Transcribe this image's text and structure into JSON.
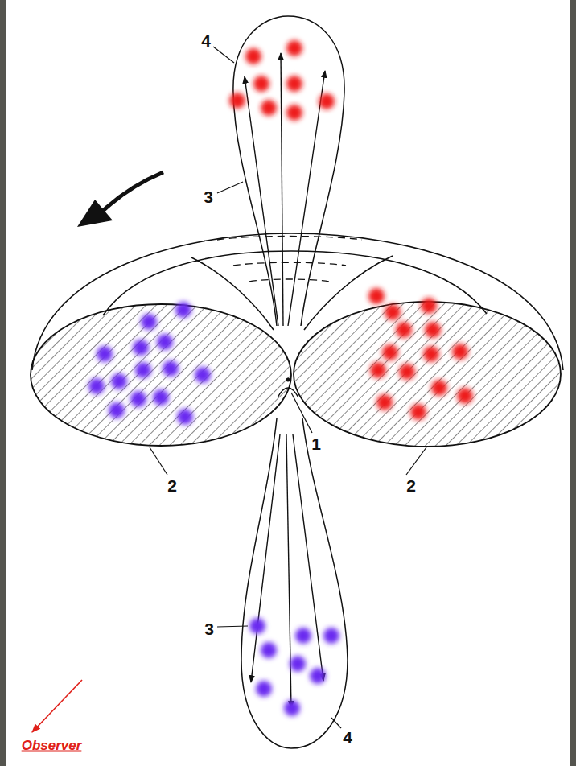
{
  "diagram": {
    "labels": [
      "4",
      "3",
      "1",
      "2",
      "2",
      "3",
      "4",
      "Observer"
    ]
  }
}
